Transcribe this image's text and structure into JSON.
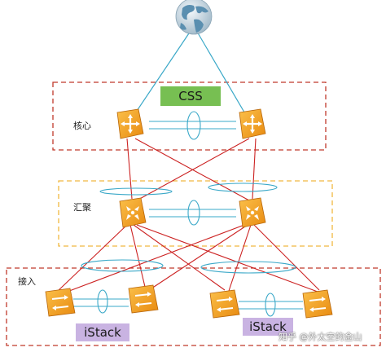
{
  "layers": {
    "core": "核心",
    "aggregation": "汇聚",
    "access": "接入"
  },
  "tags": {
    "css": "CSS",
    "istack_left": "iStack",
    "istack_right": "iStack"
  },
  "colors": {
    "core_border": "#c0392b",
    "aggregation_border": "#f0b840",
    "access_border": "#c0392b",
    "uplink_red": "#cc2222",
    "stack_link_teal": "#3aa8c8",
    "switch_orange": "#f0a020",
    "css_tag": "#77bf52",
    "istack_tag": "#c9b3e2"
  },
  "icons": {
    "internet": "globe-icon",
    "core_switch": "core-switch-icon",
    "aggregation_switch": "aggregation-switch-icon",
    "access_switch": "access-switch-icon"
  },
  "watermark": "知乎 @外太空的金山"
}
